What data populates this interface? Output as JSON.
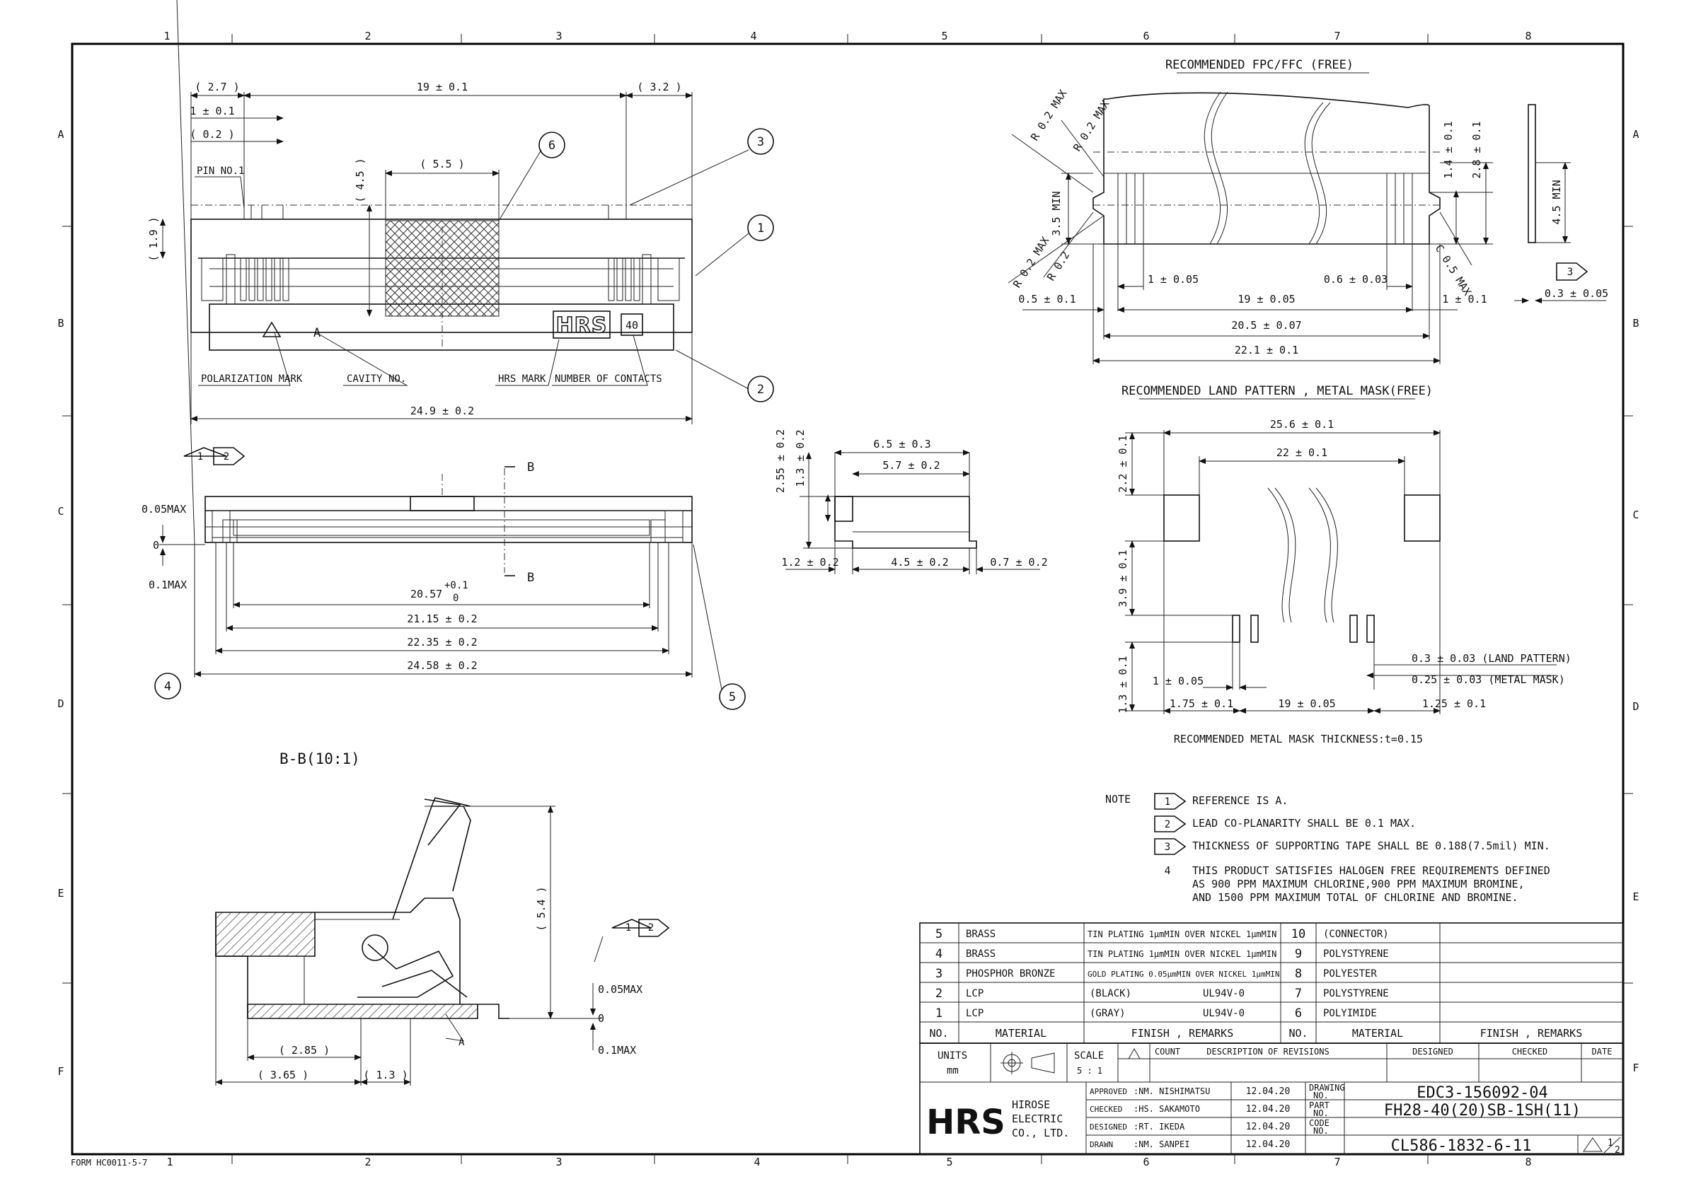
{
  "frame": {
    "zones_top": [
      "1",
      "2",
      "3",
      "4",
      "5",
      "6",
      "7",
      "8"
    ],
    "zones_bottom": [
      "1",
      "2",
      "3",
      "4",
      "5",
      "6",
      "7",
      "8"
    ],
    "zones_side": [
      "A",
      "B",
      "C",
      "D",
      "E",
      "F"
    ],
    "form_no": "FORM HC0011-5-7"
  },
  "view_top": {
    "dims": {
      "d27": "( 2.7 )",
      "d19": "19 ± 0.1",
      "d32": "( 3.2 )",
      "d1": "1 ± 0.1",
      "d02": "( 0.2 )",
      "d45": "( 4.5 )",
      "d55": "( 5.5 )",
      "d19b": "( 1.9 )",
      "d249": "24.9 ± 0.2"
    },
    "labels": {
      "pin1": "PIN NO.1",
      "polarization": "POLARIZATION MARK",
      "cavity": "CAVITY NO.",
      "hrs_mark": "HRS MARK",
      "contacts": "NUMBER OF CONTACTS",
      "cavity_letter": "A",
      "logo": "HRS",
      "contact_count": "40"
    },
    "callouts": [
      "6",
      "3",
      "1",
      "2"
    ]
  },
  "view_front": {
    "flags": [
      "1",
      "2"
    ],
    "dims": {
      "max005": "0.05MAX",
      "zero": "0",
      "max01": "0.1MAX",
      "d2057": "20.57",
      "tol_up": "+0.1",
      "tol_lo": "0",
      "d2115": "21.15 ± 0.2",
      "d2235": "22.35 ± 0.2",
      "d2458": "24.58 ± 0.2"
    },
    "section_mark": "B",
    "callouts": [
      "4",
      "5"
    ]
  },
  "view_side": {
    "dims": {
      "d65": "6.5 ± 0.3",
      "d57": "5.7 ± 0.2",
      "d255": "2.55 ± 0.2",
      "d13": "1.3 ± 0.2",
      "d12": "1.2 ± 0.2",
      "d45": "4.5 ± 0.2",
      "d07": "0.7 ± 0.2"
    }
  },
  "view_section": {
    "title": "B-B(10:1)",
    "flags": [
      "1",
      "2"
    ],
    "dims": {
      "d54": "( 5.4 )",
      "max005": "0.05MAX",
      "zero": "0",
      "max01": "0.1MAX",
      "d285": "( 2.85 )",
      "d365": "( 3.65 )",
      "d13": "( 1.3 )",
      "ref_a": "A"
    }
  },
  "fpc": {
    "title": "RECOMMENDED FPC/FFC (FREE)",
    "dims": {
      "r02a": "R 0.2 MAX",
      "r02b": "R 0.2 MAX",
      "r02c": "R 0.2 MAX",
      "r02d": "R 0.2",
      "min35": "3.5 MIN",
      "d14": "1.4 ± 0.1",
      "d28": "2.8 ± 0.1",
      "c05": "C 0.5 MAX",
      "d1": "1 ± 0.05",
      "d06": "0.6 ± 0.03",
      "d05": "0.5 ± 0.1",
      "d19": "19 ± 0.05",
      "d1r": "1 ± 0.1",
      "d205": "20.5 ± 0.07",
      "d221": "22.1 ± 0.1",
      "min45": "4.5 MIN",
      "d03": "0.3 ± 0.05",
      "flag": "3"
    }
  },
  "land": {
    "title": "RECOMMENDED LAND PATTERN , METAL MASK(FREE)",
    "dims": {
      "d256": "25.6 ± 0.1",
      "d22": "22 ± 0.1",
      "d22v": "2.2 ± 0.1",
      "d39": "3.9 ± 0.1",
      "d13": "1.3 ± 0.1",
      "d1": "1 ± 0.05",
      "d175": "1.75 ± 0.1",
      "d19": "19 ± 0.05",
      "d125": "1.25 ± 0.1",
      "lp": "0.3 ± 0.03 (LAND PATTERN)",
      "mm": "0.25 ± 0.03 (METAL MASK)"
    },
    "thickness": "RECOMMENDED METAL MASK THICKNESS:t=0.15"
  },
  "notes": {
    "label": "NOTE",
    "items": [
      {
        "mark": "1",
        "text": "REFERENCE IS A."
      },
      {
        "mark": "2",
        "text": "LEAD CO-PLANARITY SHALL BE 0.1 MAX."
      },
      {
        "mark": "3",
        "text": "THICKNESS OF SUPPORTING TAPE SHALL BE 0.188(7.5mil) MIN."
      }
    ],
    "note4_no": "4",
    "note4": [
      "THIS PRODUCT SATISFIES HALOGEN FREE REQUIREMENTS DEFINED",
      "AS 900 PPM MAXIMUM CHLORINE,900 PPM MAXIMUM BROMINE,",
      "AND 1500 PPM MAXIMUM TOTAL OF CHLORINE AND BROMINE."
    ]
  },
  "materials": {
    "rows": [
      {
        "no": "5",
        "material": "BRASS",
        "finish": "TIN PLATING 1µmMIN OVER NICKEL 1µmMIN",
        "no2": "10",
        "material2": "(CONNECTOR)"
      },
      {
        "no": "4",
        "material": "BRASS",
        "finish": "TIN PLATING 1µmMIN OVER NICKEL 1µmMIN",
        "no2": "9",
        "material2": "POLYSTYRENE"
      },
      {
        "no": "3",
        "material": "PHOSPHOR BRONZE",
        "finish": "GOLD PLATING 0.05µmMIN OVER NICKEL 1µmMIN",
        "no2": "8",
        "material2": "POLYESTER"
      },
      {
        "no": "2",
        "material": "LCP",
        "finish": "(BLACK)",
        "finish_b": "UL94V-0",
        "no2": "7",
        "material2": "POLYSTYRENE"
      },
      {
        "no": "1",
        "material": "LCP",
        "finish": "(GRAY)",
        "finish_b": "UL94V-0",
        "no2": "6",
        "material2": "POLYIMIDE"
      }
    ],
    "headers": [
      "NO.",
      "MATERIAL",
      "FINISH , REMARKS",
      "NO.",
      "MATERIAL",
      "FINISH , REMARKS"
    ]
  },
  "title_block": {
    "units_label": "UNITS",
    "units": "mm",
    "scale_label": "SCALE",
    "scale": "5 : 1",
    "rev_headers": [
      "COUNT",
      "DESCRIPTION OF REVISIONS",
      "DESIGNED",
      "CHECKED",
      "DATE"
    ],
    "company_logo": "HRS",
    "company": [
      "HIROSE",
      "ELECTRIC",
      "CO., LTD."
    ],
    "people": [
      {
        "role": "APPROVED",
        "name": ":NM. NISHIMATSU",
        "date": "12.04.20"
      },
      {
        "role": "CHECKED",
        "name": ":HS. SAKAMOTO",
        "date": "12.04.20"
      },
      {
        "role": "DESIGNED",
        "name": ":RT. IKEDA",
        "date": "12.04.20"
      },
      {
        "role": "DRAWN",
        "name": ":NM. SANPEI",
        "date": "12.04.20"
      }
    ],
    "drawing_label": [
      "DRAWING",
      "NO."
    ],
    "drawing_no": "EDC3-156092-04",
    "part_label": [
      "PART",
      "NO."
    ],
    "part_no": "FH28-40(20)SB-1SH(11)",
    "code_label": [
      "CODE",
      "NO."
    ],
    "code_no": "CL586-1832-6-11",
    "sheet_num": "1",
    "sheet_den": "2"
  }
}
